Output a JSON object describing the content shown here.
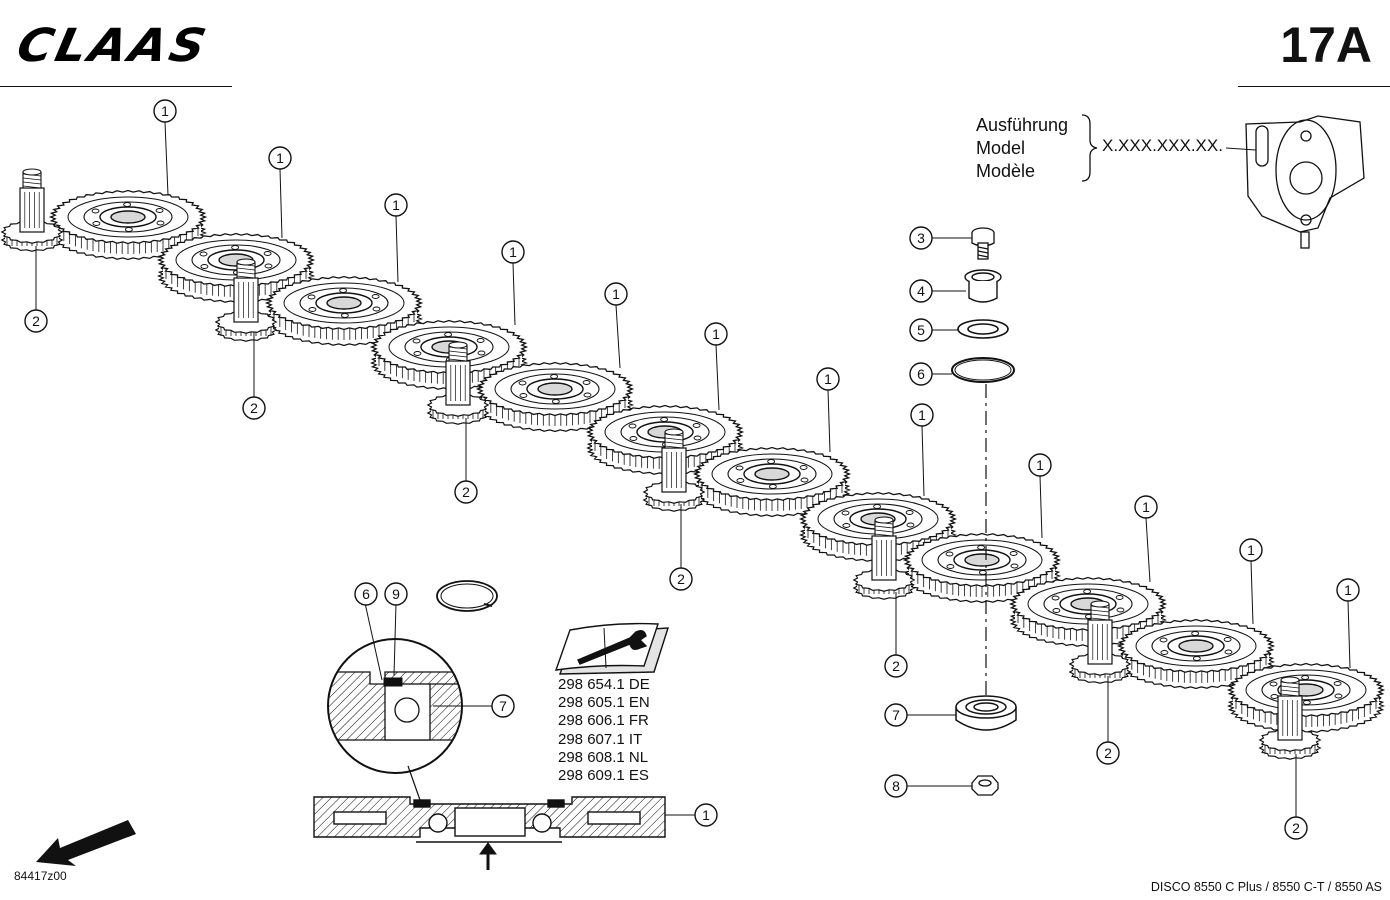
{
  "header": {
    "brand": "CLAAS",
    "page_code": "17A"
  },
  "model_info": {
    "lines": [
      "Ausführung",
      "Model",
      "Modèle"
    ],
    "code": "X.XXX.XXX.XX."
  },
  "callouts": {
    "gear": "1",
    "pinion": "2",
    "bolt": "3",
    "sleeve": "4",
    "washer": "5",
    "oring": "6",
    "bearing": "7",
    "nut": "8",
    "ring": "9"
  },
  "literature": [
    "298 654.1 DE",
    "298 605.1 EN",
    "298 606.1 FR",
    "298 607.1 IT",
    "298 608.1 NL",
    "298 609.1 ES"
  ],
  "drawing_number": "84417z00",
  "machine_models": "DISCO 8550 C Plus / 8550 C-T / 8550 AS",
  "colors": {
    "ink": "#111111",
    "paper": "#ffffff",
    "shade": "#d8d8d8"
  },
  "icons": [
    "claas-logo",
    "wrench-book-icon",
    "direction-arrow-icon",
    "assembly-arrow-icon"
  ]
}
